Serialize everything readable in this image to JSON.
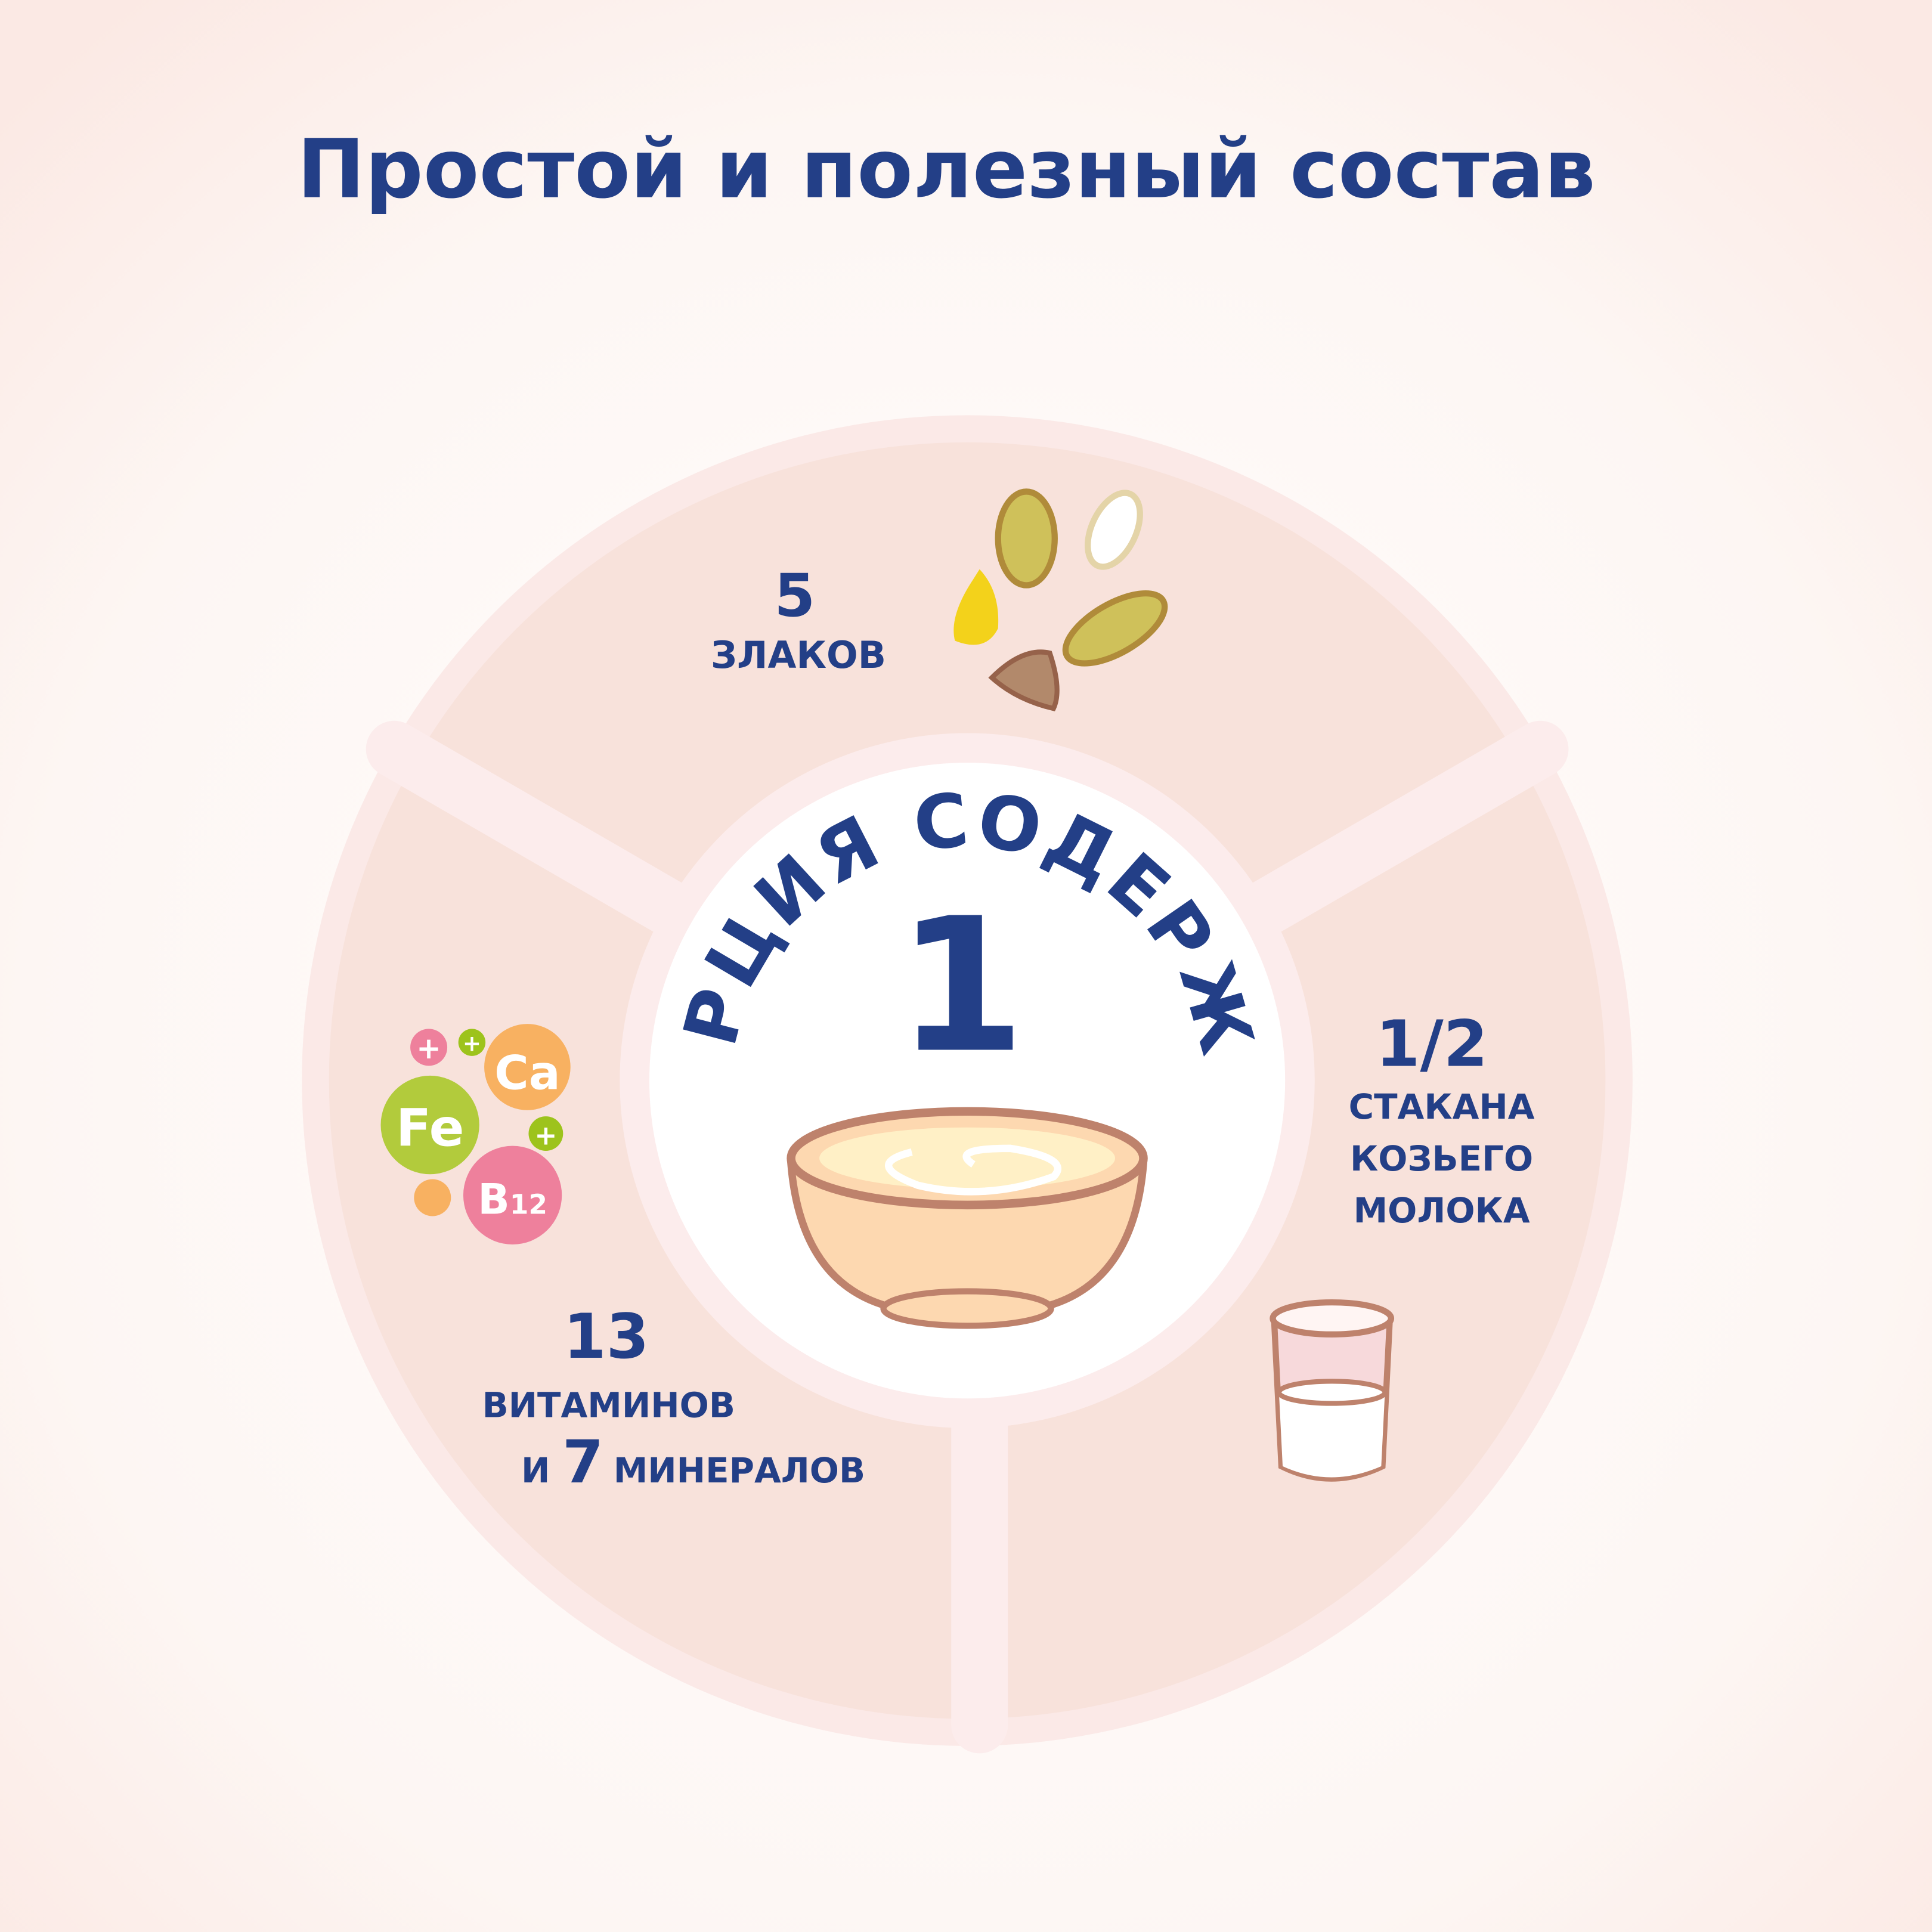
{
  "title": "Простой и полезный состав",
  "center": {
    "arc_text": "ПОРЦИЯ СОДЕРЖИТ",
    "number": "1"
  },
  "segments": {
    "cereals": {
      "number": "5",
      "label": "ЗЛАКОВ"
    },
    "milk": {
      "number": "1/2",
      "line1": "СТАКАНА",
      "line2": "КОЗЬЕГО",
      "line3": "МОЛОКА"
    },
    "vitamins": {
      "number": "13",
      "line1": "ВИТАМИНОВ",
      "prefix": "И",
      "number2": "7",
      "line2": "МИНЕРАЛОВ"
    }
  },
  "badges": {
    "ca": "Ca",
    "fe": "Fe",
    "b": "B",
    "b_sub": "12",
    "plus": "+"
  },
  "colors": {
    "text": "#233f87",
    "segment": "#f8e2db",
    "ring": "#fcecec",
    "green": "#b2cb3c",
    "orange": "#f8b161",
    "pink": "#ee809c"
  }
}
